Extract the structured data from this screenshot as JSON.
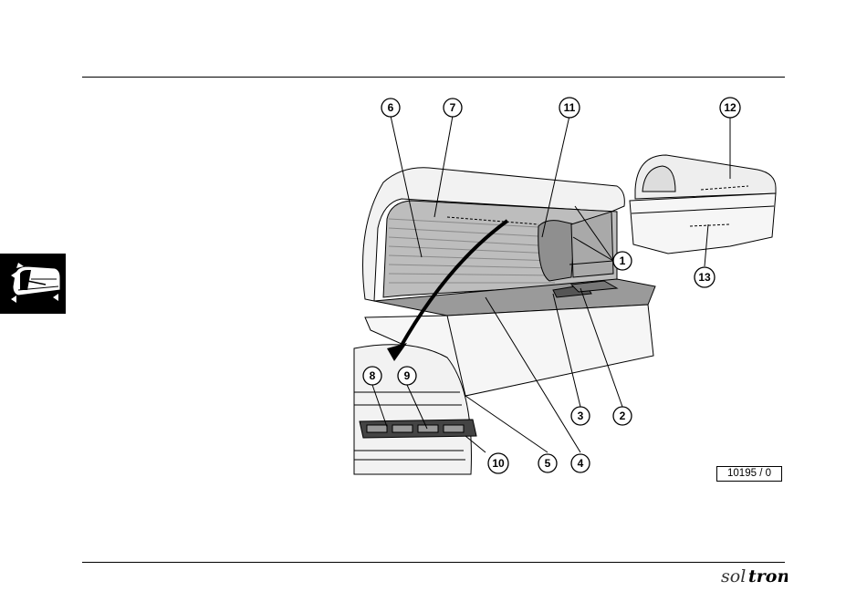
{
  "figure": {
    "callouts": [
      "1",
      "2",
      "3",
      "4",
      "5",
      "6",
      "7",
      "8",
      "9",
      "10",
      "11",
      "12",
      "13"
    ],
    "reference": "10195 / 0"
  },
  "side_tab": {
    "icon": "tanning-bed-icon"
  },
  "footer": {
    "logo_text": "soltron"
  }
}
